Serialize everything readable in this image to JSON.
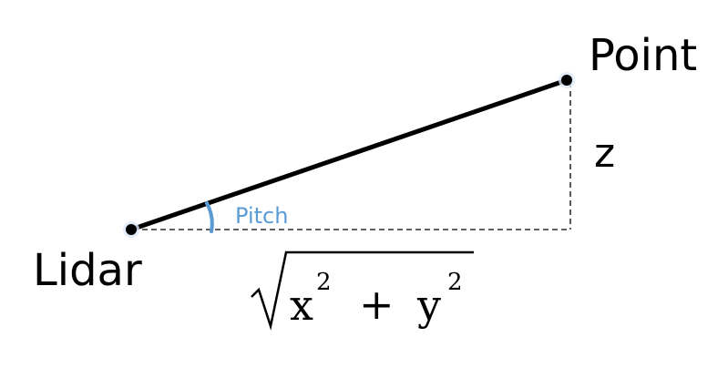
{
  "labels": {
    "origin": "Lidar",
    "target": "Point",
    "angle": "Pitch",
    "vertical": "z"
  },
  "formula": {
    "x": "x",
    "x_exp": "2",
    "plus": "+",
    "y": "y",
    "y_exp": "2"
  },
  "colors": {
    "line": "#000000",
    "angle_arc": "#5b9bd5",
    "angle_label": "#5b9bd5",
    "dashed": "#000000"
  }
}
